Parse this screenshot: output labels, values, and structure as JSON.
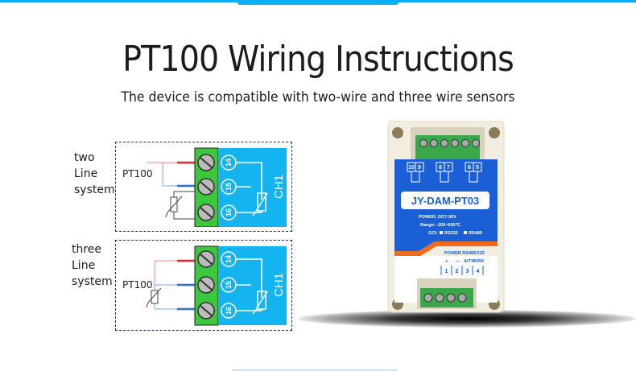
{
  "header": {
    "title": "PT100 Wiring Instructions",
    "subtitle": "The device is compatible with two-wire and three wire sensors"
  },
  "diagrams": [
    {
      "id": "two-wire",
      "label_lines": [
        "two",
        "Line",
        "system"
      ],
      "sensor_label": "PT100",
      "terminals": [
        "14",
        "15",
        "16"
      ],
      "channel": "CH1"
    },
    {
      "id": "three-wire",
      "label_lines": [
        "three",
        "Line",
        "system"
      ],
      "sensor_label": "PT100",
      "terminals": [
        "14",
        "15",
        "16"
      ],
      "channel": "CH1"
    }
  ],
  "device": {
    "model": "JY-DAM-PT03",
    "top_terminals": [
      "10",
      "9",
      "8",
      "7",
      "6",
      "5"
    ],
    "power": "POWER:  DC7-30V",
    "range": "Range:  -200~650℃",
    "gci": "GCI:",
    "gci_options": [
      "RS232",
      "RS485"
    ],
    "bottom_header": "POWER RS485/232",
    "bottom_signals": [
      "+",
      "—",
      "A/TX",
      "B/RX"
    ],
    "bottom_terminals": [
      "1",
      "2",
      "3",
      "4"
    ]
  },
  "colors": {
    "accent": "#0aaef5",
    "terminal_green": "#3cc83c",
    "panel_blue": "#14b4f0",
    "device_blue": "#1b5fd6",
    "device_orange": "#f26a1b",
    "wire_red": "#e8232a",
    "wire_blue": "#2f6fd6"
  }
}
